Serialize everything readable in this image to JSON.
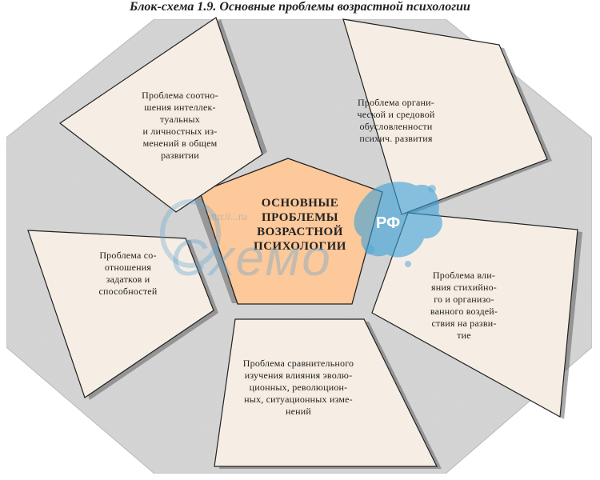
{
  "title": "Блок-схема 1.9. Основные проблемы возрастной психологии",
  "center": {
    "text": "ОСНОВНЫЕ\nПРОБЛЕМЫ\nВОЗРАСТНОЙ\nПСИХОЛОГИИ"
  },
  "problems": [
    {
      "text": "Проблема соотно-\nшения интеллек-\nтуальных\nи личностных из-\nменений в общем\nразвитии"
    },
    {
      "text": "Проблема органи-\nческой и средовой\nобусловленности\nпсихич. развития"
    },
    {
      "text": "Проблема со-\nотношения\nзадатков и\nспособностей"
    },
    {
      "text": "Проблема вли-\nяния стихийно-\nго и организо-\nванного воздей-\nствия на разви-\nтие"
    },
    {
      "text": "Проблема сравнительного\nизучения влияния эволю-\nционных, революцион-\nных, ситуационных изме-\nнений"
    }
  ],
  "watermark": {
    "domain": "http://...ru",
    "brand": "Схемо",
    "tld": "РФ"
  },
  "colors": {
    "octagon_fill": "#d9d9d9",
    "box_fill": "#f6eee4",
    "center_fill": "#fdc89a",
    "outline": "#222222",
    "watermark_accent": "#3aa0d8"
  }
}
